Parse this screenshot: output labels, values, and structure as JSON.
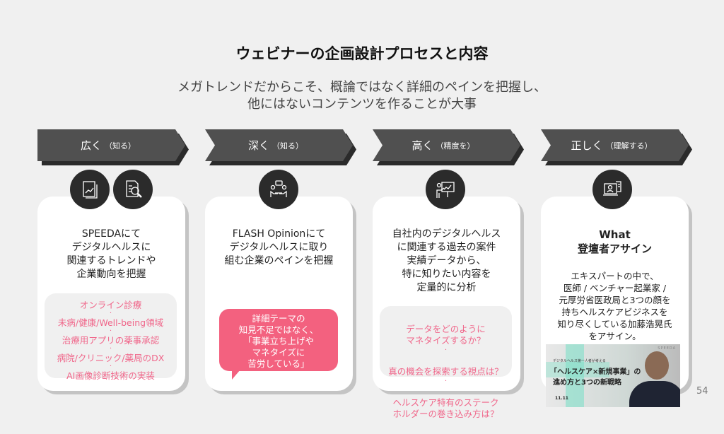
{
  "title": "ウェビナーの企画設計プロセスと内容",
  "subtitle": [
    "メガトレンドだからこそ、概論ではなく詳細のペインを把握し、",
    "他にはないコンテンツを作ることが大事"
  ],
  "steps": [
    {
      "main": "広く",
      "sub": "（知る）",
      "icons": [
        "chart-document-icon",
        "document-search-icon"
      ],
      "text": [
        "SPEEDAにて",
        "デジタルヘルスに",
        "関連するトレンドや",
        "企業動向を把握"
      ],
      "topics": [
        "オンライン診療",
        "未病/健康/Well-being領域",
        "治療用アプリの薬事承認",
        "病院/クリニック/薬局のDX",
        "AI画像診断技術の実装"
      ]
    },
    {
      "main": "深く",
      "sub": "（知る）",
      "icons": [
        "meeting-icon"
      ],
      "text": [
        "FLASH Opinionにて",
        "デジタルヘルスに取り",
        "組む企業のペインを把握"
      ],
      "bubble": [
        "詳細テーマの",
        "知見不足ではなく、",
        "「事業立ち上げや",
        "マネタイズに",
        "苦労している」"
      ]
    },
    {
      "main": "高く",
      "sub": "（精度を）",
      "icons": [
        "presentation-icon"
      ],
      "text": [
        "自社内のデジタルヘルス",
        "に関連する過去の案件",
        "実績データから、",
        "特に知りたい内容を",
        "定量的に分析"
      ],
      "topics": [
        "データをどのように\nマネタイズするか？",
        "真の機会を探索する視点は？",
        "ヘルスケア特有のステーク\nホルダーの巻き込み方は？"
      ]
    },
    {
      "main": "正しく",
      "sub": "（理解する）",
      "icons": [
        "expert-profile-icon"
      ],
      "heading": [
        "What",
        "登壇者アサイン"
      ],
      "text": [
        "エキスパートの中で、",
        "医師 / ベンチャー起業家 /",
        "元厚労省医政局と3つの顔を",
        "持ちヘルスケアビジネスを",
        "知り尽くしている加藤浩晃氏",
        "をアサイン。"
      ],
      "banner": {
        "brand": "SPEEDA",
        "kicker": "デジタルヘルス第一人者が考える",
        "headline": "「ヘルスケア×新規事業」の",
        "headline2": "進め方と3つの新戦略",
        "date": "11.11"
      }
    }
  ],
  "page_number": "54",
  "colors": {
    "chevron": "#505050",
    "accent_pink": "#f3617f",
    "topic_text": "#f0668a"
  }
}
